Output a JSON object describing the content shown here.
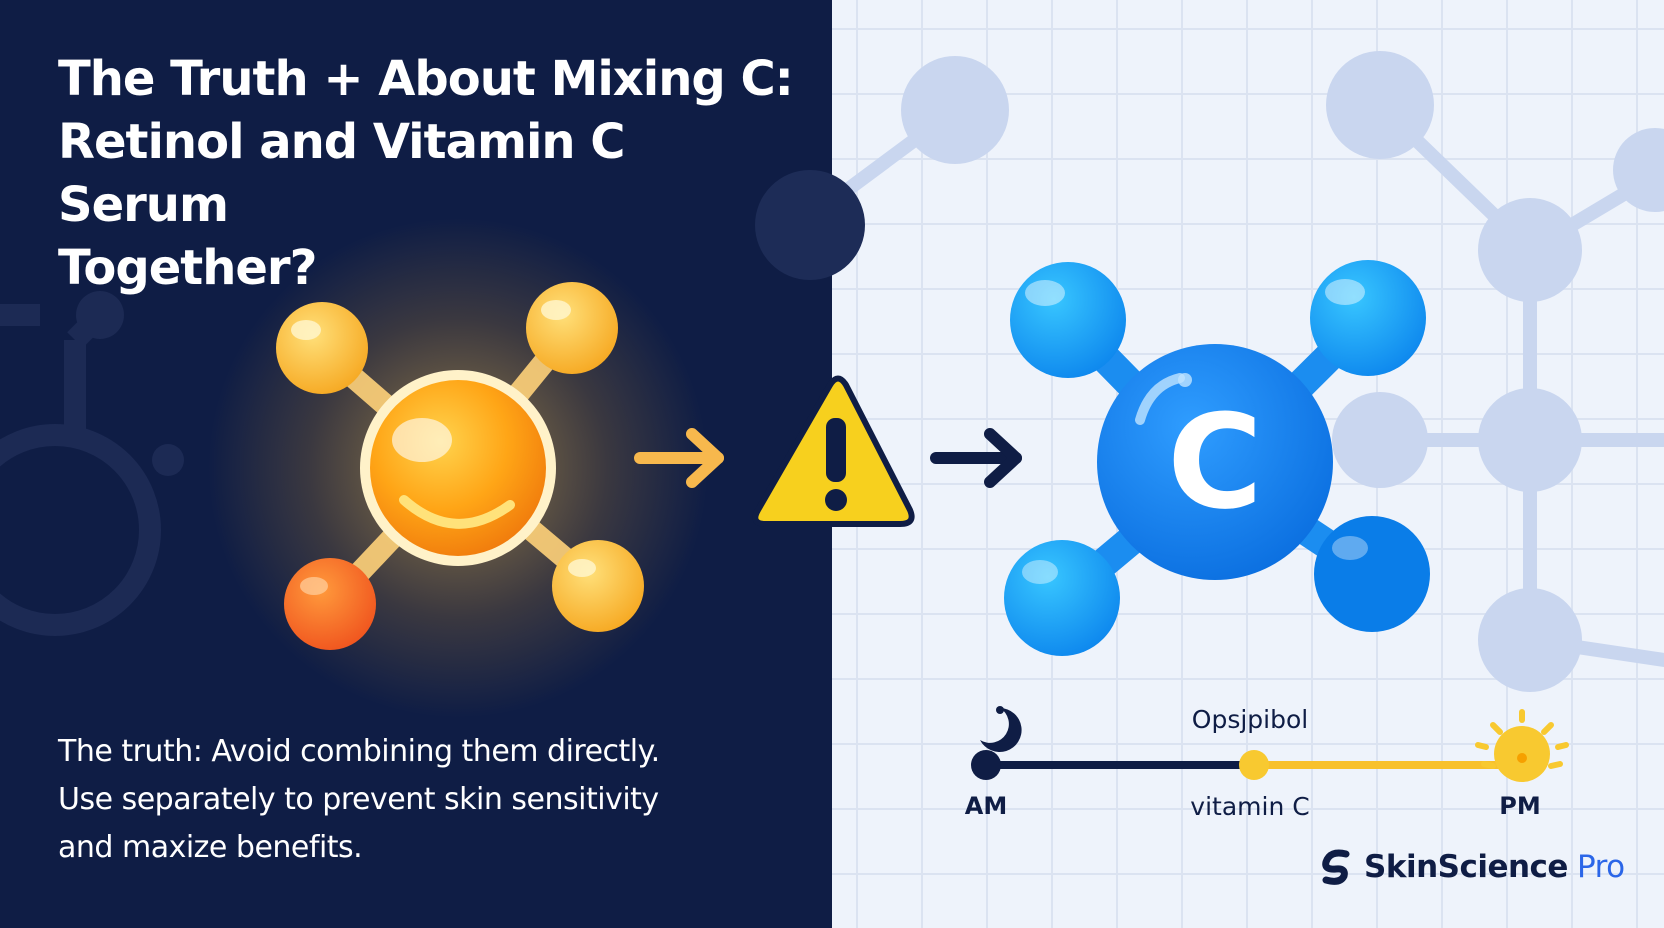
{
  "title_lines": [
    "The Truth + About Mixing C:",
    "Retinol and Vitamin C Serum",
    "Together?"
  ],
  "body_lines": [
    "The truth: Avoid combining them directly.",
    "Use separately to prevent skin sensitivity",
    "and maxize benefits."
  ],
  "vitamin_c_molecule": {
    "symbol": "C"
  },
  "timeline": {
    "start_label": "AM",
    "middle_top_label": "Opsjpibol",
    "middle_bottom_label": "vitamin C",
    "end_label": "PM",
    "midpoint_fraction": 0.5
  },
  "brand": {
    "name": "SkinScience",
    "suffix": "Pro"
  },
  "icons": [
    "retinol-molecule-icon",
    "arrow-right-icon",
    "warning-icon",
    "vitamin-c-molecule-icon",
    "moon-icon",
    "sun-icon",
    "brand-logo-icon"
  ],
  "colors": {
    "navy": "#0f1d45",
    "orange": "#f7a51c",
    "blue": "#1d8bf0",
    "yellow": "#f8c930",
    "light_bg": "#edf2fb"
  }
}
